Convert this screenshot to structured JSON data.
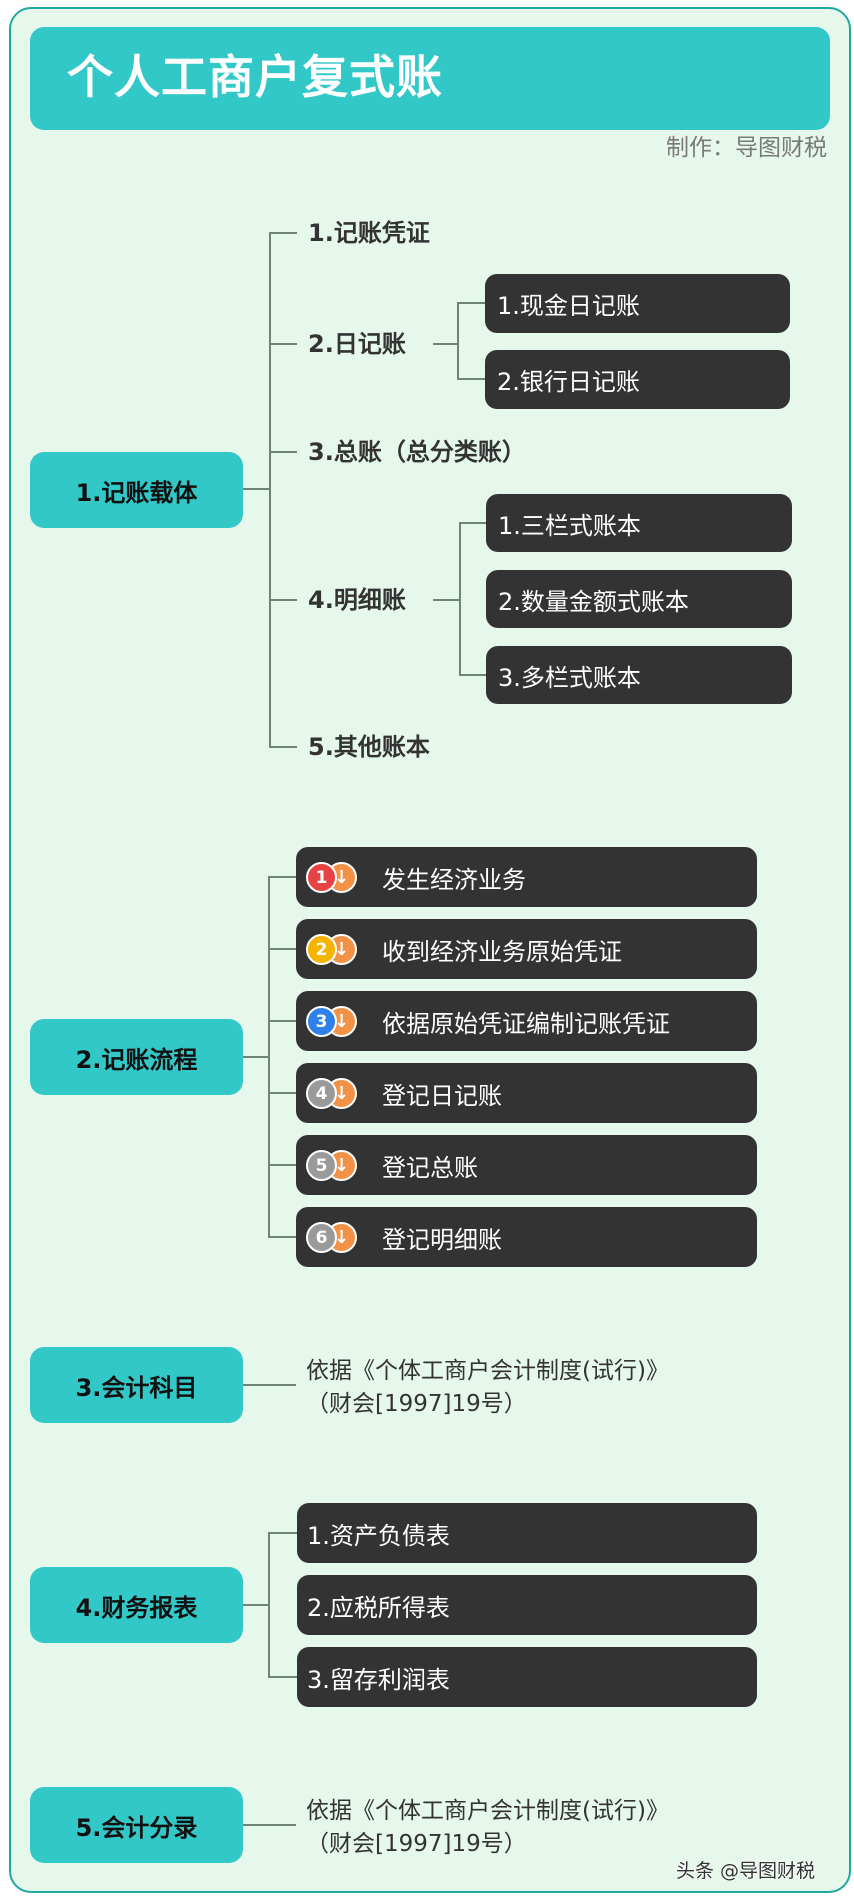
{
  "header": {
    "title": "个人工商户复式账",
    "credit": "制作：导图财税"
  },
  "colors": {
    "frame_border": "#1fa9a0",
    "background": "#e6f7ec",
    "teal": "#33c8c8",
    "dark_node": "#333333",
    "connector": "#6e8474",
    "arrow_badge": "#f39245"
  },
  "sections": [
    {
      "label": "1.记账载体",
      "branches": [
        {
          "label": "1.记账凭证"
        },
        {
          "label": "2.日记账",
          "children": [
            "1.现金日记账",
            "2.银行日记账"
          ]
        },
        {
          "label": "3.总账（总分类账）"
        },
        {
          "label": "4.明细账",
          "children": [
            "1.三栏式账本",
            "2.数量金额式账本",
            "3.多栏式账本"
          ]
        },
        {
          "label": "5.其他账本"
        }
      ]
    },
    {
      "label": "2.记账流程",
      "steps": [
        {
          "num": "1",
          "color": "#e84343",
          "text": "发生经济业务"
        },
        {
          "num": "2",
          "color": "#f5b400",
          "text": "收到经济业务原始凭证"
        },
        {
          "num": "3",
          "color": "#2f80e8",
          "text": "依据原始凭证编制记账凭证"
        },
        {
          "num": "4",
          "color": "#9a9a9a",
          "text": "登记日记账"
        },
        {
          "num": "5",
          "color": "#9a9a9a",
          "text": "登记总账"
        },
        {
          "num": "6",
          "color": "#9a9a9a",
          "text": "登记明细账"
        }
      ],
      "arrow_glyph": "↓"
    },
    {
      "label": "3.会计科目",
      "note": [
        "依据《个体工商户会计制度(试行)》",
        "（财会[1997]19号）"
      ]
    },
    {
      "label": "4.财务报表",
      "children": [
        "1.资产负债表",
        "2.应税所得表",
        "3.留存利润表"
      ]
    },
    {
      "label": "5.会计分录",
      "note": [
        "依据《个体工商户会计制度(试行)》",
        "（财会[1997]19号）"
      ]
    }
  ],
  "watermark": "头条 @导图财税"
}
